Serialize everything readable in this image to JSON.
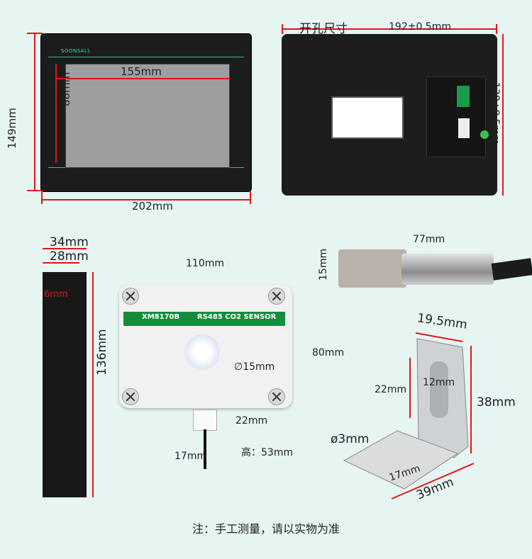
{
  "front": {
    "brand": "SOONSALL",
    "screen_w": "155mm",
    "screen_h": "88mm",
    "height": "149mm",
    "width": "202mm"
  },
  "back": {
    "title": "开孔尺寸",
    "width": "192±0.5mm",
    "height": "138±0.5mm"
  },
  "side": {
    "d1": "34mm",
    "d2": "28mm",
    "d3": "6mm",
    "height": "136mm"
  },
  "sensor": {
    "badge": "XM8170B",
    "name": "RS485 CO2 SENSOR",
    "width": "110mm",
    "height": "80mm",
    "lens": "∅15mm",
    "conn_h": "22mm",
    "conn_w": "17mm",
    "depth": "高：53mm"
  },
  "probe": {
    "length": "77mm",
    "dia": "15mm"
  },
  "bracket": {
    "w": "19.5mm",
    "slot_h": "22mm",
    "slot_w": "12mm",
    "height": "38mm",
    "hole": "ø3mm",
    "slot2": "17mm",
    "base": "39mm"
  },
  "note": "注：手工测量，请以实物为准",
  "colors": {
    "accent": "#e01818",
    "bg": "#e6f4f2",
    "green": "#138c3c"
  }
}
